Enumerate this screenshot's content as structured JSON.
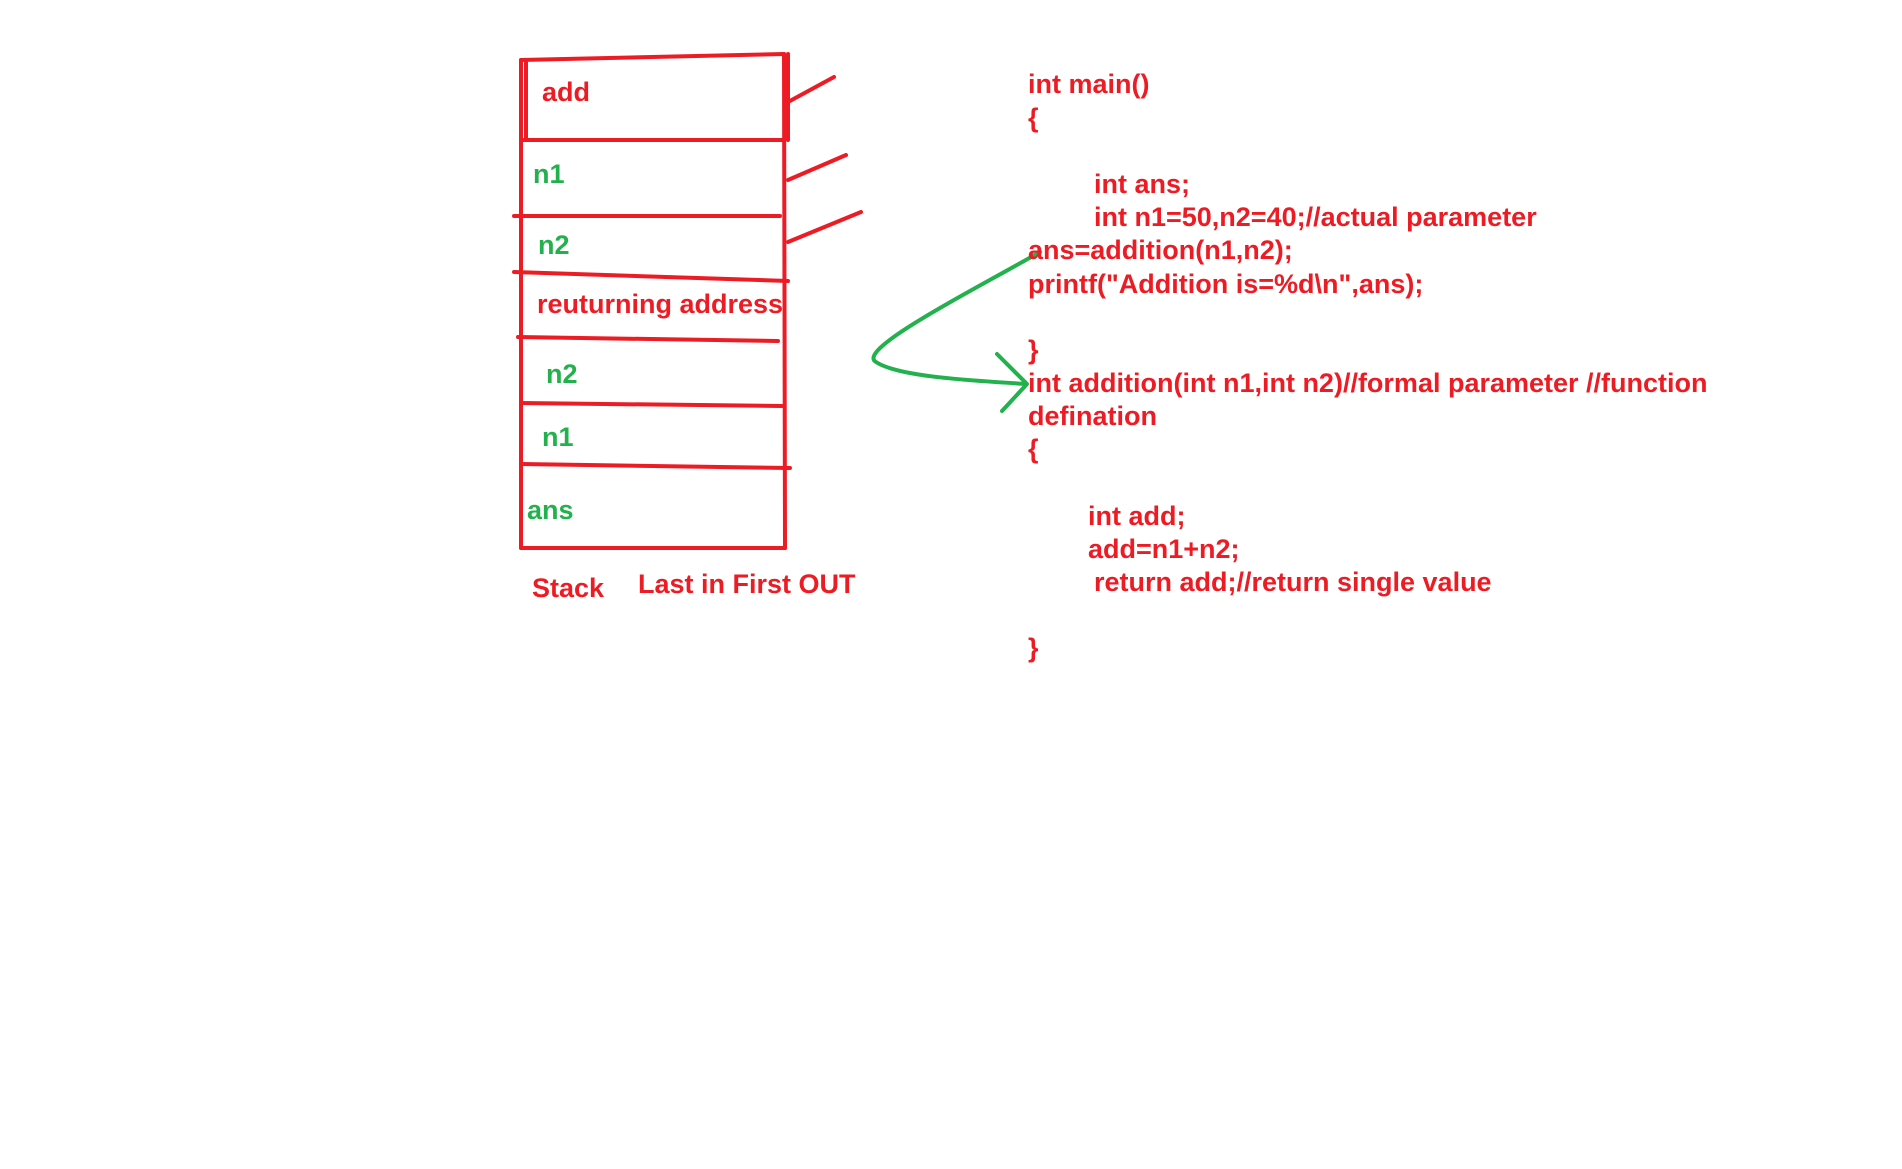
{
  "colors": {
    "stack_stroke": "#ed1c24",
    "code_text": "#ed1c24",
    "variable_text": "#22b14c",
    "call_arrow": "#22b14c"
  },
  "stack": {
    "slots": [
      "add",
      "n1",
      "n2",
      "reuturning address",
      "n2",
      "n1",
      "ans"
    ],
    "caption": "Stack",
    "order_label": "Last in First OUT"
  },
  "code": {
    "lines": [
      "int main()",
      "{",
      "int ans;",
      "int n1=50,n2=40;//actual parameter",
      "ans=addition(n1,n2);",
      "printf(\"Addition is=%d\\n\",ans);",
      "}",
      "int addition(int n1,int n2)//formal parameter //function",
      "defination",
      "{",
      "int add;",
      "add=n1+n2;",
      "return add;//return single value",
      "}"
    ]
  }
}
